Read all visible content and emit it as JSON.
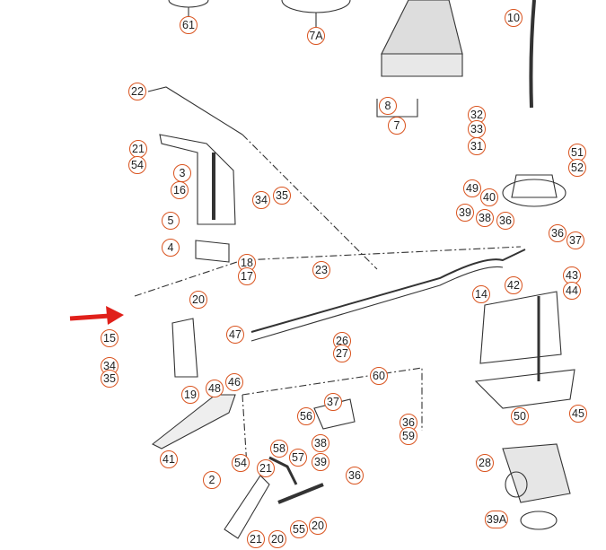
{
  "diagram": {
    "callouts": [
      "61",
      "7A",
      "10",
      "22",
      "8",
      "7",
      "32",
      "33",
      "31",
      "51",
      "52",
      "21",
      "54",
      "3",
      "16",
      "34",
      "35",
      "49",
      "40",
      "39",
      "38",
      "36",
      "5",
      "36",
      "37",
      "4",
      "18",
      "17",
      "43",
      "44",
      "23",
      "42",
      "14",
      "20",
      "15",
      "47",
      "26",
      "27",
      "34",
      "35",
      "60",
      "37",
      "19",
      "48",
      "46",
      "56",
      "36",
      "59",
      "50",
      "45",
      "58",
      "57",
      "38",
      "39",
      "36",
      "41",
      "28",
      "54",
      "21",
      "2",
      "55",
      "20",
      "20",
      "21",
      "39A"
    ],
    "highlight_arrow_color": "#e0201a",
    "callout_color": "#d9531e"
  }
}
